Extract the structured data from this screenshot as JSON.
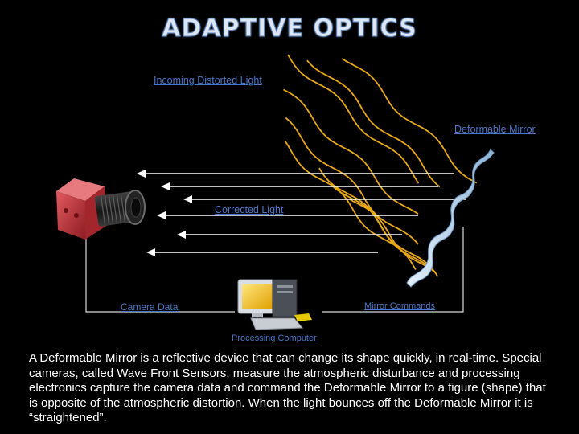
{
  "title": "ADAPTIVE OPTICS",
  "labels": {
    "incoming": "Incoming Distorted Light",
    "mirror": "Deformable Mirror",
    "corrected": "Corrected Light",
    "camera_data": "Camera Data",
    "mirror_commands": "Mirror Commands",
    "computer": "Processing Computer"
  },
  "description": "A Deformable Mirror is a reflective device that can change its shape quickly, in real-time. Special cameras, called Wave Front Sensors, measure the atmospheric disturbance and processing electronics capture the camera data and command the Deformable Mirror to a figure (shape) that is opposite of the atmospheric distortion.  When the light bounces off the Deformable Mirror it is “straightened”.",
  "colors": {
    "wave": "#e8a818",
    "arrow": "#ffffff",
    "label": "#4a76c6",
    "mirror": "#bcd6ec",
    "camera": "#c8323a"
  },
  "icons": [
    "camera-icon",
    "computer-icon",
    "deformable-mirror-icon"
  ]
}
